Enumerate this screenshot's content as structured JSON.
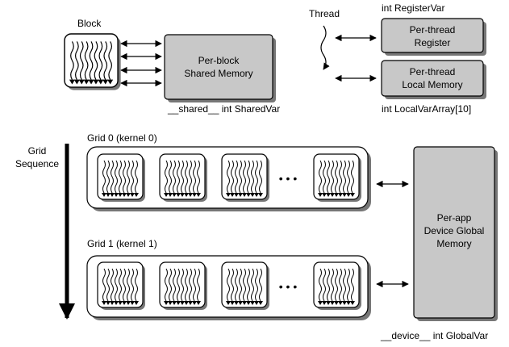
{
  "block": {
    "label": "Block"
  },
  "shared_memory": {
    "line1": "Per-block",
    "line2": "Shared Memory",
    "caption": "__shared__  int SharedVar"
  },
  "thread": {
    "label": "Thread"
  },
  "register": {
    "caption": "int RegisterVar",
    "line1": "Per-thread",
    "line2": "Register"
  },
  "local_memory": {
    "line1": "Per-thread",
    "line2": "Local Memory",
    "caption": "int LocalVarArray[10]"
  },
  "grid_sequence": {
    "line1": "Grid",
    "line2": "Sequence"
  },
  "grids": [
    {
      "label": "Grid 0 (kernel 0)"
    },
    {
      "label": "Grid 1 (kernel 1)"
    }
  ],
  "global_memory": {
    "line1": "Per-app",
    "line2": "Device Global",
    "line3": "Memory",
    "caption": "__device__  int GlobalVar"
  },
  "ellipsis": "• • •",
  "colors": {
    "memory_fill": "#c8c8c8",
    "block_fill": "#ffffff",
    "stroke": "#000000",
    "shadow": "#777777"
  }
}
